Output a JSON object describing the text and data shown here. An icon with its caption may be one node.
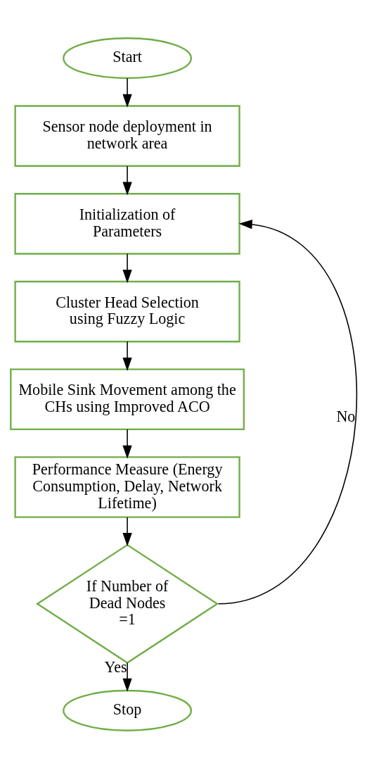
{
  "diagram": {
    "nodes": [
      {
        "text": [
          "Start"
        ]
      },
      {
        "text": [
          "Sensor node deployment in network area"
        ]
      },
      {
        "text": [
          "Initialization of Parameters"
        ]
      },
      {
        "text": [
          "Cluster Head Selection using Fuzzy Logic"
        ]
      },
      {
        "text": [
          "Mobile Sink Movement among the CHs using Improved ACO"
        ]
      },
      {
        "text": [
          "Performance Measure (Energy Consumption, Delay, Network Lifetime)"
        ]
      },
      {
        "text": [
          "If Number of Dead Nodes =1"
        ]
      },
      {
        "text": [
          "Stop"
        ]
      }
    ],
    "edges": [
      {
        "from": 0,
        "to": 1,
        "arrow": "to"
      },
      {
        "from": 1,
        "to": 2,
        "arrow": "to"
      },
      {
        "from": 2,
        "to": 3,
        "arrow": "to"
      },
      {
        "from": 3,
        "to": 4,
        "arrow": "to"
      },
      {
        "from": 4,
        "to": 5,
        "arrow": "to"
      },
      {
        "from": 5,
        "to": 6,
        "arrow": "to"
      },
      {
        "from": 6,
        "to": 2,
        "arrow": "to",
        "label": "No"
      },
      {
        "from": 6,
        "to": 7,
        "arrow": "to",
        "label": "Yes"
      }
    ]
  }
}
